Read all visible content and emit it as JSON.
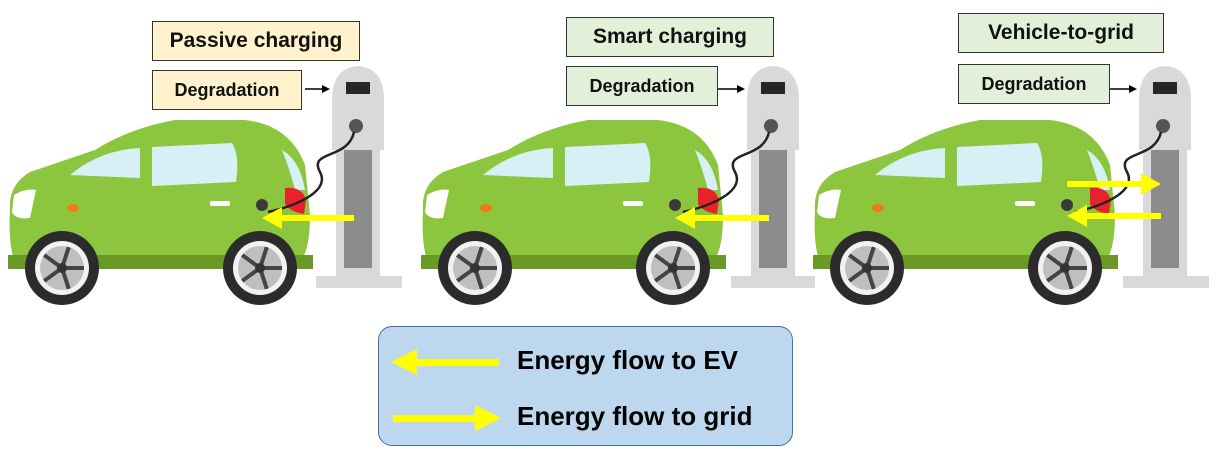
{
  "scenarios": [
    {
      "title": "Passive charging",
      "title_bg": "#fff2cc",
      "degradation_label": "Degradation",
      "degradation_bg": "#fff2cc",
      "flows": [
        "to-ev"
      ]
    },
    {
      "title": "Smart charging",
      "title_bg": "#e2f0d9",
      "degradation_label": "Degradation",
      "degradation_bg": "#e2f0d9",
      "flows": [
        "to-ev"
      ]
    },
    {
      "title": "Vehicle-to-grid",
      "title_bg": "#e2f0d9",
      "degradation_label": "Degradation",
      "degradation_bg": "#e2f0d9",
      "flows": [
        "to-grid",
        "to-ev"
      ]
    }
  ],
  "legend": {
    "to_ev": "Energy flow to EV",
    "to_grid": "Energy flow to grid",
    "background": "#bdd7ee"
  },
  "colors": {
    "car_body": "#8cc63f",
    "car_dark": "#6a9a25",
    "window": "#d6f0f5",
    "charger": "#d9d9d9",
    "arrow": "#ffff00"
  },
  "icons": [
    "electric-car-icon",
    "charging-station-icon",
    "arrow-left-icon",
    "arrow-right-icon"
  ]
}
